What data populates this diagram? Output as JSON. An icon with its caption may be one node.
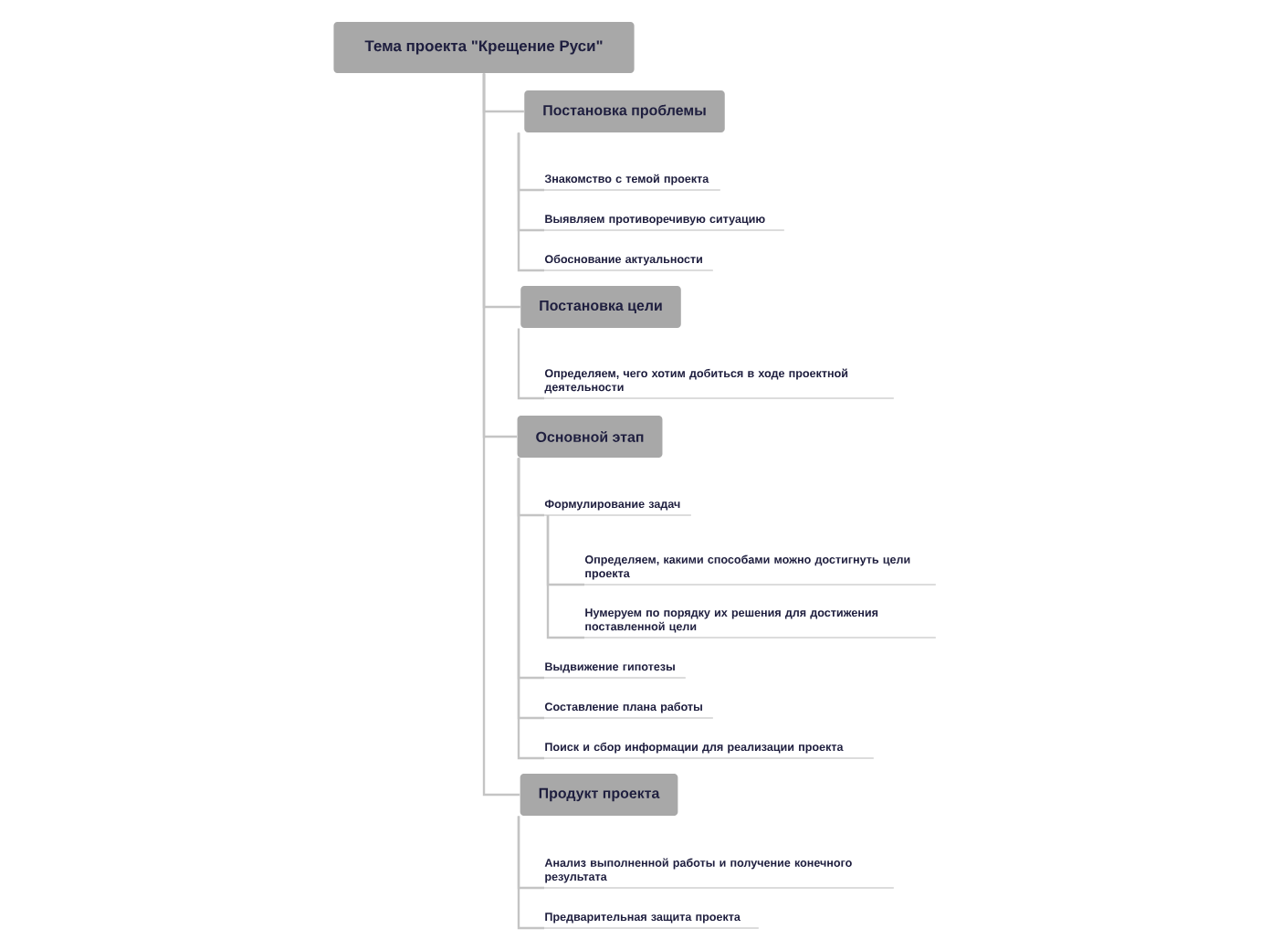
{
  "diagram": {
    "nodes": [
      {
        "text": [
          "Тема проекта \"Крещение Руси\""
        ]
      },
      {
        "text": [
          "Постановка проблемы"
        ]
      },
      {
        "text": [
          "Знакомство с темой проекта"
        ]
      },
      {
        "text": [
          "Выявляем противоречивую ситуацию"
        ]
      },
      {
        "text": [
          "Обоснование актуальности"
        ]
      },
      {
        "text": [
          "Постановка цели"
        ]
      },
      {
        "text": [
          "Определяем, чего хотим добиться в ходе проектной деятельности"
        ]
      },
      {
        "text": [
          "Основной этап"
        ]
      },
      {
        "text": [
          "Формулирование задач"
        ]
      },
      {
        "text": [
          "Определяем, какими способами можно достигнуть цели проекта"
        ]
      },
      {
        "text": [
          "Нумеруем по порядку их решения для достижения поставленной цели"
        ]
      },
      {
        "text": [
          "Выдвижение гипотезы"
        ]
      },
      {
        "text": [
          "Составление плана работы"
        ]
      },
      {
        "text": [
          "Поиск и сбор информации для реализации проекта"
        ]
      },
      {
        "text": [
          "Продукт проекта"
        ]
      },
      {
        "text": [
          "Анализ выполненной работы и получение конечного результата"
        ]
      },
      {
        "text": [
          "Предварительная защита проекта"
        ]
      }
    ],
    "edges": [
      {
        "from": 0,
        "to": 1,
        "arrow": "none"
      },
      {
        "from": 1,
        "to": 2,
        "arrow": "none"
      },
      {
        "from": 1,
        "to": 3,
        "arrow": "none"
      },
      {
        "from": 1,
        "to": 4,
        "arrow": "none"
      },
      {
        "from": 0,
        "to": 5,
        "arrow": "none"
      },
      {
        "from": 5,
        "to": 6,
        "arrow": "none"
      },
      {
        "from": 0,
        "to": 7,
        "arrow": "none"
      },
      {
        "from": 7,
        "to": 8,
        "arrow": "none"
      },
      {
        "from": 8,
        "to": 9,
        "arrow": "none"
      },
      {
        "from": 8,
        "to": 10,
        "arrow": "none"
      },
      {
        "from": 7,
        "to": 11,
        "arrow": "none"
      },
      {
        "from": 7,
        "to": 12,
        "arrow": "none"
      },
      {
        "from": 7,
        "to": 13,
        "arrow": "none"
      },
      {
        "from": 0,
        "to": 14,
        "arrow": "none"
      },
      {
        "from": 14,
        "to": 15,
        "arrow": "none"
      },
      {
        "from": 14,
        "to": 16,
        "arrow": "none"
      }
    ]
  }
}
